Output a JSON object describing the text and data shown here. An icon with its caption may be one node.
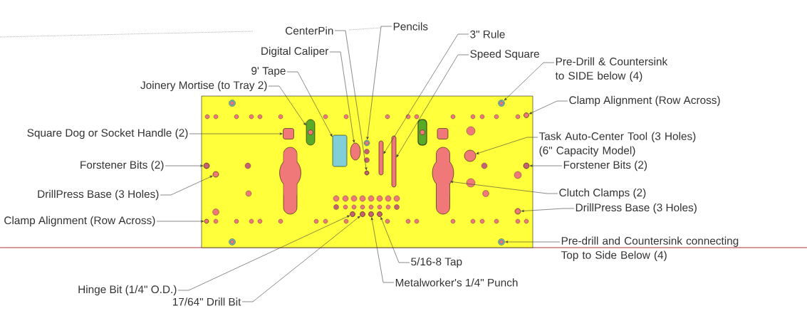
{
  "diagram": {
    "nodes": [
      {
        "text": [],
        "shape": "box"
      },
      {
        "text": [
          "CenterPin"
        ]
      },
      {
        "text": [
          "Pencils"
        ]
      },
      {
        "text": [
          "Digital Caliper"
        ]
      },
      {
        "text": [
          "3\" Rule"
        ]
      },
      {
        "text": [
          "Speed Square"
        ]
      },
      {
        "text": [
          "9' Tape"
        ]
      },
      {
        "text": [
          "Pre-Drill & Countersink to SIDE below (4)"
        ]
      },
      {
        "text": [
          "Joinery Mortise (to Tray 2)"
        ]
      },
      {
        "text": [
          "Clamp Alignment (Row Across)"
        ]
      },
      {
        "text": [
          "Square Dog or Socket Handle (2)"
        ]
      },
      {
        "text": [
          "Task Auto-Center Tool (3 Holes) (6\" Capacity Model)"
        ]
      },
      {
        "text": [
          "Forstener Bits (2)"
        ]
      },
      {
        "text": [
          "Forstener Bits (2)"
        ]
      },
      {
        "text": [
          "DrillPress Base (3 Holes)"
        ]
      },
      {
        "text": [
          "Clutch Clamps (2)"
        ]
      },
      {
        "text": [
          "DrillPress Base (3 Holes)"
        ]
      },
      {
        "text": [
          "Clamp Alignment (Row Across)"
        ]
      },
      {
        "text": [
          "Pre-drill and Countersink connecting Top to Side Below (4)"
        ]
      },
      {
        "text": [
          "5/16-8 Tap"
        ]
      },
      {
        "text": [
          "Metalworker's 1/4\" Punch"
        ]
      },
      {
        "text": [
          "Hinge Bit (1/4\" O.D.)"
        ]
      },
      {
        "text": [
          "17/64\" Drill Bit"
        ]
      },
      {
        "text": [],
        "shape": "circle",
        "in": 0
      },
      {
        "text": [],
        "shape": "circle",
        "in": 0
      },
      {
        "text": [],
        "shape": "bar",
        "in": 0
      },
      {
        "text": [],
        "shape": "box",
        "in": 0
      },
      {
        "text": [],
        "shape": "diamond",
        "in": 0
      },
      {
        "text": [],
        "shape": "circle",
        "in": 0
      },
      {
        "text": [],
        "shape": "circle",
        "in": 0
      },
      {
        "text": [],
        "shape": "bar",
        "in": 0
      },
      {
        "text": [],
        "shape": "bar",
        "in": 0
      },
      {
        "text": [],
        "shape": "box",
        "in": 0
      },
      {
        "text": [],
        "shape": "circle",
        "in": 0
      },
      {
        "text": [],
        "shape": "circle",
        "in": 0
      },
      {
        "text": [],
        "shape": "circle",
        "in": 0
      },
      {
        "text": [],
        "shape": "circle",
        "in": 0
      },
      {
        "text": [],
        "shape": "bar",
        "in": 0
      },
      {
        "text": [],
        "shape": "circle",
        "in": 0
      },
      {
        "text": [],
        "shape": "circle",
        "in": 0
      },
      {
        "text": [],
        "shape": "circle",
        "in": 0
      },
      {
        "text": [],
        "shape": "circle",
        "in": 0
      },
      {
        "text": [],
        "shape": "circle",
        "in": 0
      },
      {
        "text": [],
        "shape": "circle",
        "in": 0
      },
      {
        "text": [],
        "shape": "circle",
        "in": 0
      },
      {
        "text": [],
        "shape": "bar",
        "in": 0
      },
      {
        "text": [],
        "shape": "bar",
        "in": 0
      },
      {
        "text": [],
        "shape": "box",
        "in": 0
      }
    ],
    "edges": [
      {
        "from": 1,
        "to": 29,
        "arrow": "to"
      },
      {
        "from": 2,
        "to": 28,
        "arrow": "to"
      },
      {
        "from": 3,
        "to": 27,
        "arrow": "to"
      },
      {
        "from": 4,
        "to": 30,
        "arrow": "to"
      },
      {
        "from": 5,
        "to": 31,
        "arrow": "to"
      },
      {
        "from": 6,
        "to": 26,
        "arrow": "to"
      },
      {
        "from": 7,
        "to": 23,
        "arrow": "to"
      },
      {
        "from": 8,
        "to": 25,
        "arrow": "to"
      },
      {
        "from": 9,
        "to": 24,
        "arrow": "to"
      },
      {
        "from": 10,
        "to": 32,
        "arrow": "to"
      },
      {
        "from": 11,
        "to": 33,
        "arrow": "to"
      },
      {
        "from": 12,
        "to": 34,
        "arrow": "to"
      },
      {
        "from": 13,
        "to": 35,
        "arrow": "to"
      },
      {
        "from": 14,
        "to": 36,
        "arrow": "to"
      },
      {
        "from": 15,
        "to": 37,
        "arrow": "to"
      },
      {
        "from": 16,
        "to": 38,
        "arrow": "to"
      },
      {
        "from": 17,
        "to": 39,
        "arrow": "to"
      },
      {
        "from": 18,
        "to": 40,
        "arrow": "to"
      },
      {
        "from": 19,
        "to": 44,
        "arrow": "to"
      },
      {
        "from": 20,
        "to": 43,
        "arrow": "to"
      },
      {
        "from": 21,
        "to": 41,
        "arrow": "to"
      },
      {
        "from": 22,
        "to": 42,
        "arrow": "to"
      }
    ]
  }
}
